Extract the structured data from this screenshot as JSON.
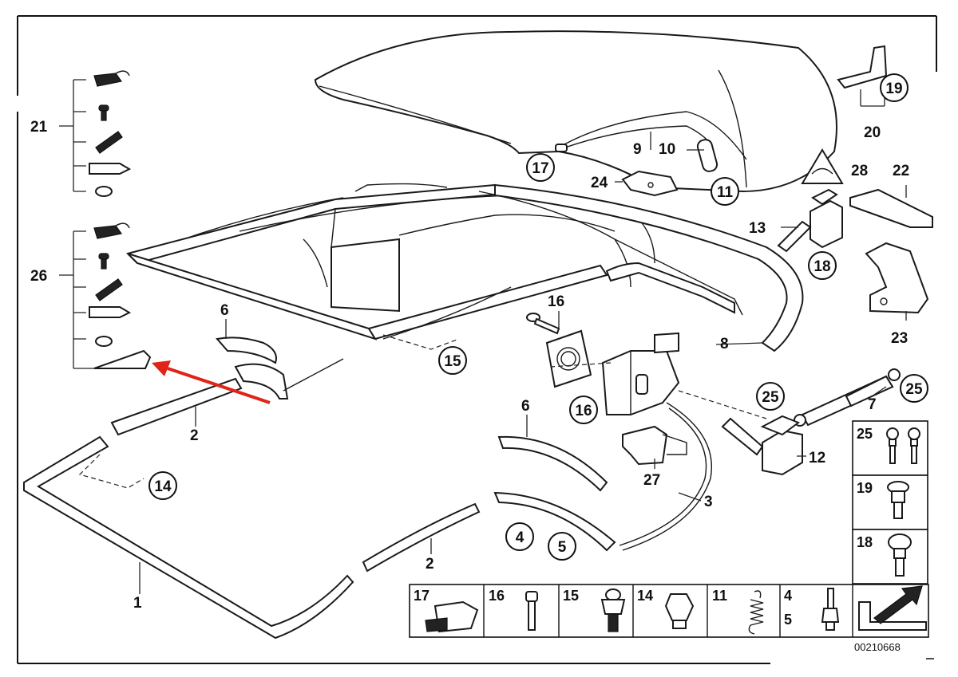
{
  "diagram": {
    "reference_number": "00210668",
    "arrow_color": "#e02418",
    "callouts": {
      "c1": "1",
      "c2a": "2",
      "c2b": "2",
      "c3": "3",
      "c4": "4",
      "c5": "5",
      "c6a": "6",
      "c6b": "6",
      "c7": "7",
      "c8": "8",
      "c9": "9",
      "c10": "10",
      "c11": "11",
      "c12": "12",
      "c13": "13",
      "c14": "14",
      "c15": "15",
      "c16a": "16",
      "c16b": "16",
      "c17": "17",
      "c18": "18",
      "c19": "19",
      "c20": "20",
      "c21": "21",
      "c22": "22",
      "c23": "23",
      "c24": "24",
      "c25a": "25",
      "c25b": "25",
      "c26": "26",
      "c27": "27",
      "c28": "28"
    },
    "side_legend": {
      "s25": "25",
      "s19": "19",
      "s18": "18"
    },
    "bottom_legend": {
      "b17": "17",
      "b16": "16",
      "b15": "15",
      "b14": "14",
      "b11": "11",
      "b4": "4",
      "b5": "5"
    }
  }
}
